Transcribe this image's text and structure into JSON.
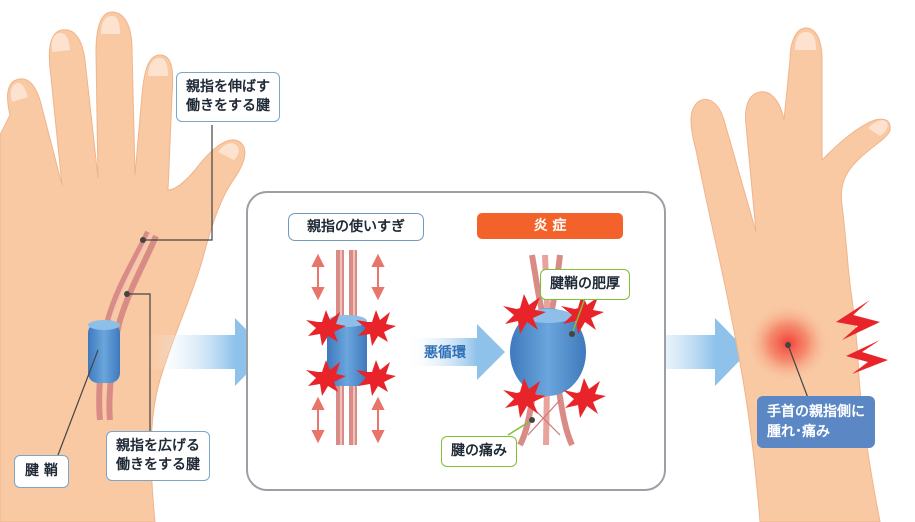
{
  "labels": {
    "extensor_tendon": [
      "親指を伸ばす",
      "働きをする腱"
    ],
    "abductor_tendon": [
      "親指を広げる",
      "働きをする腱"
    ],
    "tendon_sheath": "腱 鞘",
    "overuse": "親指の使いすぎ",
    "inflammation": "炎 症",
    "vicious_cycle": "悪循環",
    "sheath_thickening": "腱鞘の肥厚",
    "tendon_pain": "腱の痛み",
    "symptom": [
      "手首の親指側に",
      "腫れ･痛み"
    ]
  },
  "colors": {
    "skin": "#f9c9a4",
    "tendon": "#d98b86",
    "sheath": "#5b93cf",
    "burst": "#e8242a",
    "arrow": "#a8d0f0",
    "accent_orange": "#f4622c",
    "panel_border": "#9aa0a6"
  }
}
